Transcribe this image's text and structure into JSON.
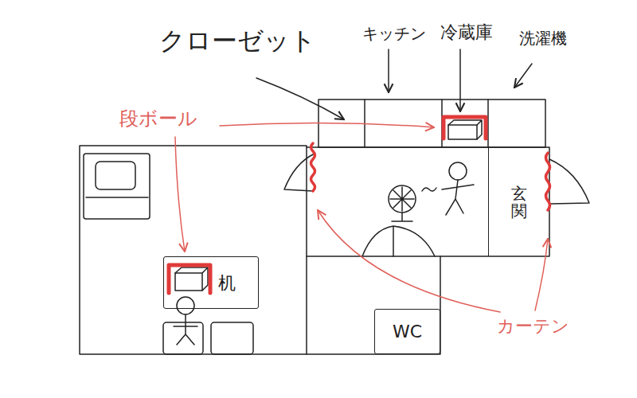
{
  "diagram": {
    "nodes": [
      {
        "text": [
          "玄関"
        ]
      },
      {
        "text": [
          "机"
        ]
      },
      {
        "text": [
          "WC"
        ]
      }
    ],
    "labels": [
      "クローゼット",
      "キッチン",
      "冷蔵庫",
      "洗濯機",
      "段ボール",
      "カーテン"
    ]
  }
}
